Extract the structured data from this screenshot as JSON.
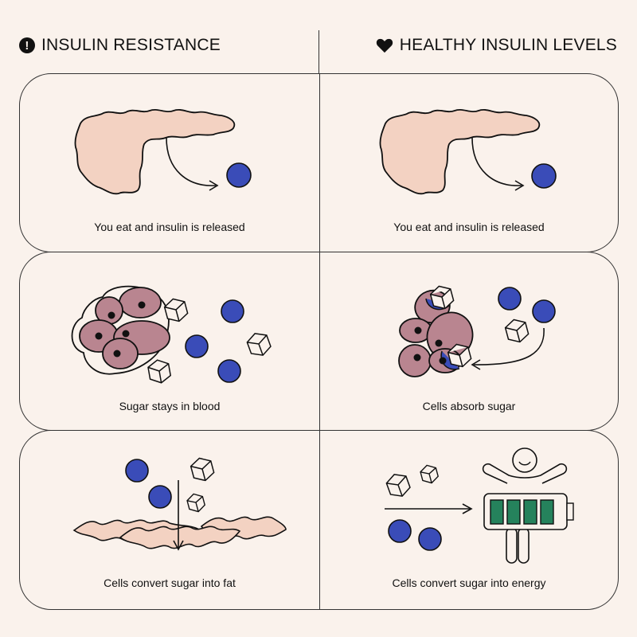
{
  "headers": {
    "left": {
      "icon": "exclamation-icon",
      "title": "INSULIN RESISTANCE"
    },
    "right": {
      "icon": "heart-icon",
      "title": "HEALTHY INSULIN LEVELS"
    }
  },
  "colors": {
    "background": "#faf2ec",
    "pancreas": "#f3d2c2",
    "insulin": "#3a4cb8",
    "cell": "#b98590",
    "battery": "#25825c",
    "stroke": "#111111"
  },
  "rows": [
    {
      "left_caption": "You eat and insulin is released",
      "right_caption": "You eat and insulin is released"
    },
    {
      "left_caption": "Sugar stays in blood",
      "right_caption": "Cells absorb sugar"
    },
    {
      "left_caption": "Cells convert sugar into fat",
      "right_caption": "Cells convert sugar into energy"
    }
  ]
}
